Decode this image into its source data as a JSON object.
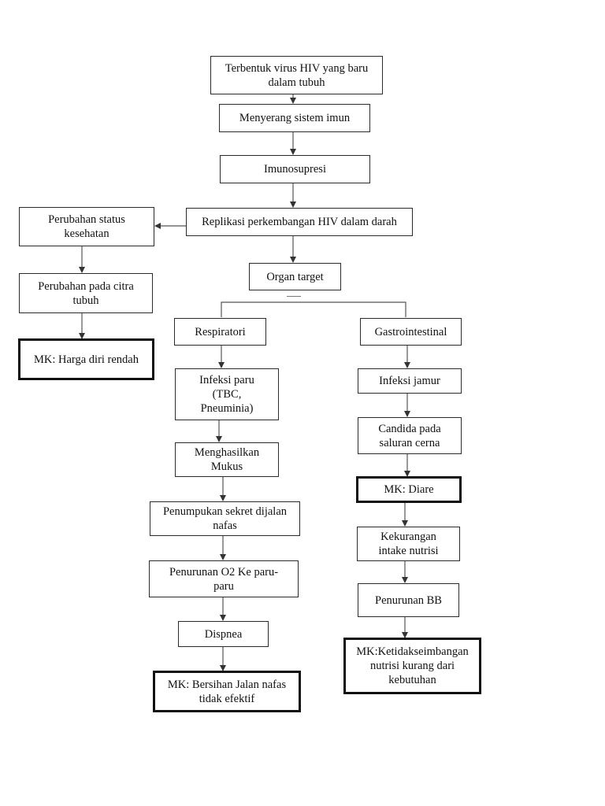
{
  "nodes": {
    "hiv_baru": "Terbentuk virus HIV yang baru\ndalam tubuh",
    "menyerang": "Menyerang sistem imun",
    "imunosupresi": "Imunosupresi",
    "replikasi": "Replikasi perkembangan HIV dalam darah",
    "perubahan_status": "Perubahan status\nkesehatan",
    "perubahan_citra": "Perubahan pada citra\ntubuh",
    "mk_harga_diri": "MK: Harga diri rendah",
    "organ_target": "Organ target",
    "respiratori": "Respiratori",
    "gastrointestinal": "Gastrointestinal",
    "infeksi_paru": "Infeksi paru\n(TBC,\nPneuminia)",
    "menghasilkan_mukus": "Menghasilkan\nMukus",
    "penumpukan_sekret": "Penumpukan sekret dijalan\nnafas",
    "penurunan_o2": "Penurunan O2 Ke paru-\nparu",
    "dispnea": "Dispnea",
    "mk_bersihan": "MK: Bersihan Jalan nafas\ntidak efektif",
    "infeksi_jamur": "Infeksi jamur",
    "candida": "Candida pada\nsaluran cerna",
    "mk_diare": "MK: Diare",
    "kekurangan_intake": "Kekurangan\nintake nutrisi",
    "penurunan_bb": "Penurunan BB",
    "mk_nutrisi": "MK:Ketidakseimbangan\nnutrisi kurang dari\nkebutuhan"
  }
}
